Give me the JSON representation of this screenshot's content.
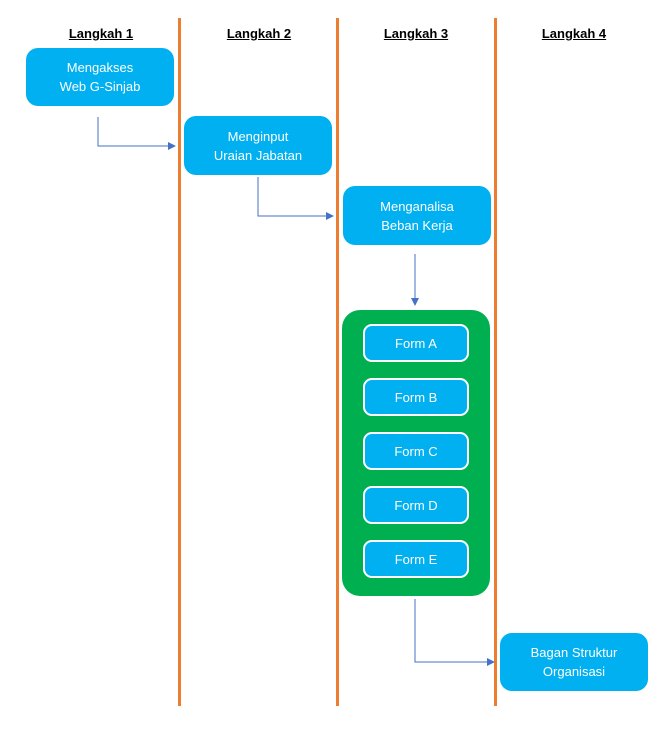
{
  "headers": [
    "Langkah 1",
    "Langkah 2",
    "Langkah 3",
    "Langkah 4"
  ],
  "steps": {
    "step1": {
      "line1": "Mengakses",
      "line2": "Web G-Sinjab"
    },
    "step2": {
      "line1": "Menginput",
      "line2": "Uraian Jabatan"
    },
    "step3": {
      "line1": "Menganalisa",
      "line2": "Beban Kerja"
    },
    "step4": {
      "line1": "Bagan Struktur",
      "line2": "Organisasi"
    }
  },
  "forms": [
    "Form A",
    "Form B",
    "Form C",
    "Form D",
    "Form E"
  ],
  "colors": {
    "divider": "#ed7d31",
    "box": "#00b0f0",
    "container": "#00b050",
    "connector": "#4472c4"
  }
}
